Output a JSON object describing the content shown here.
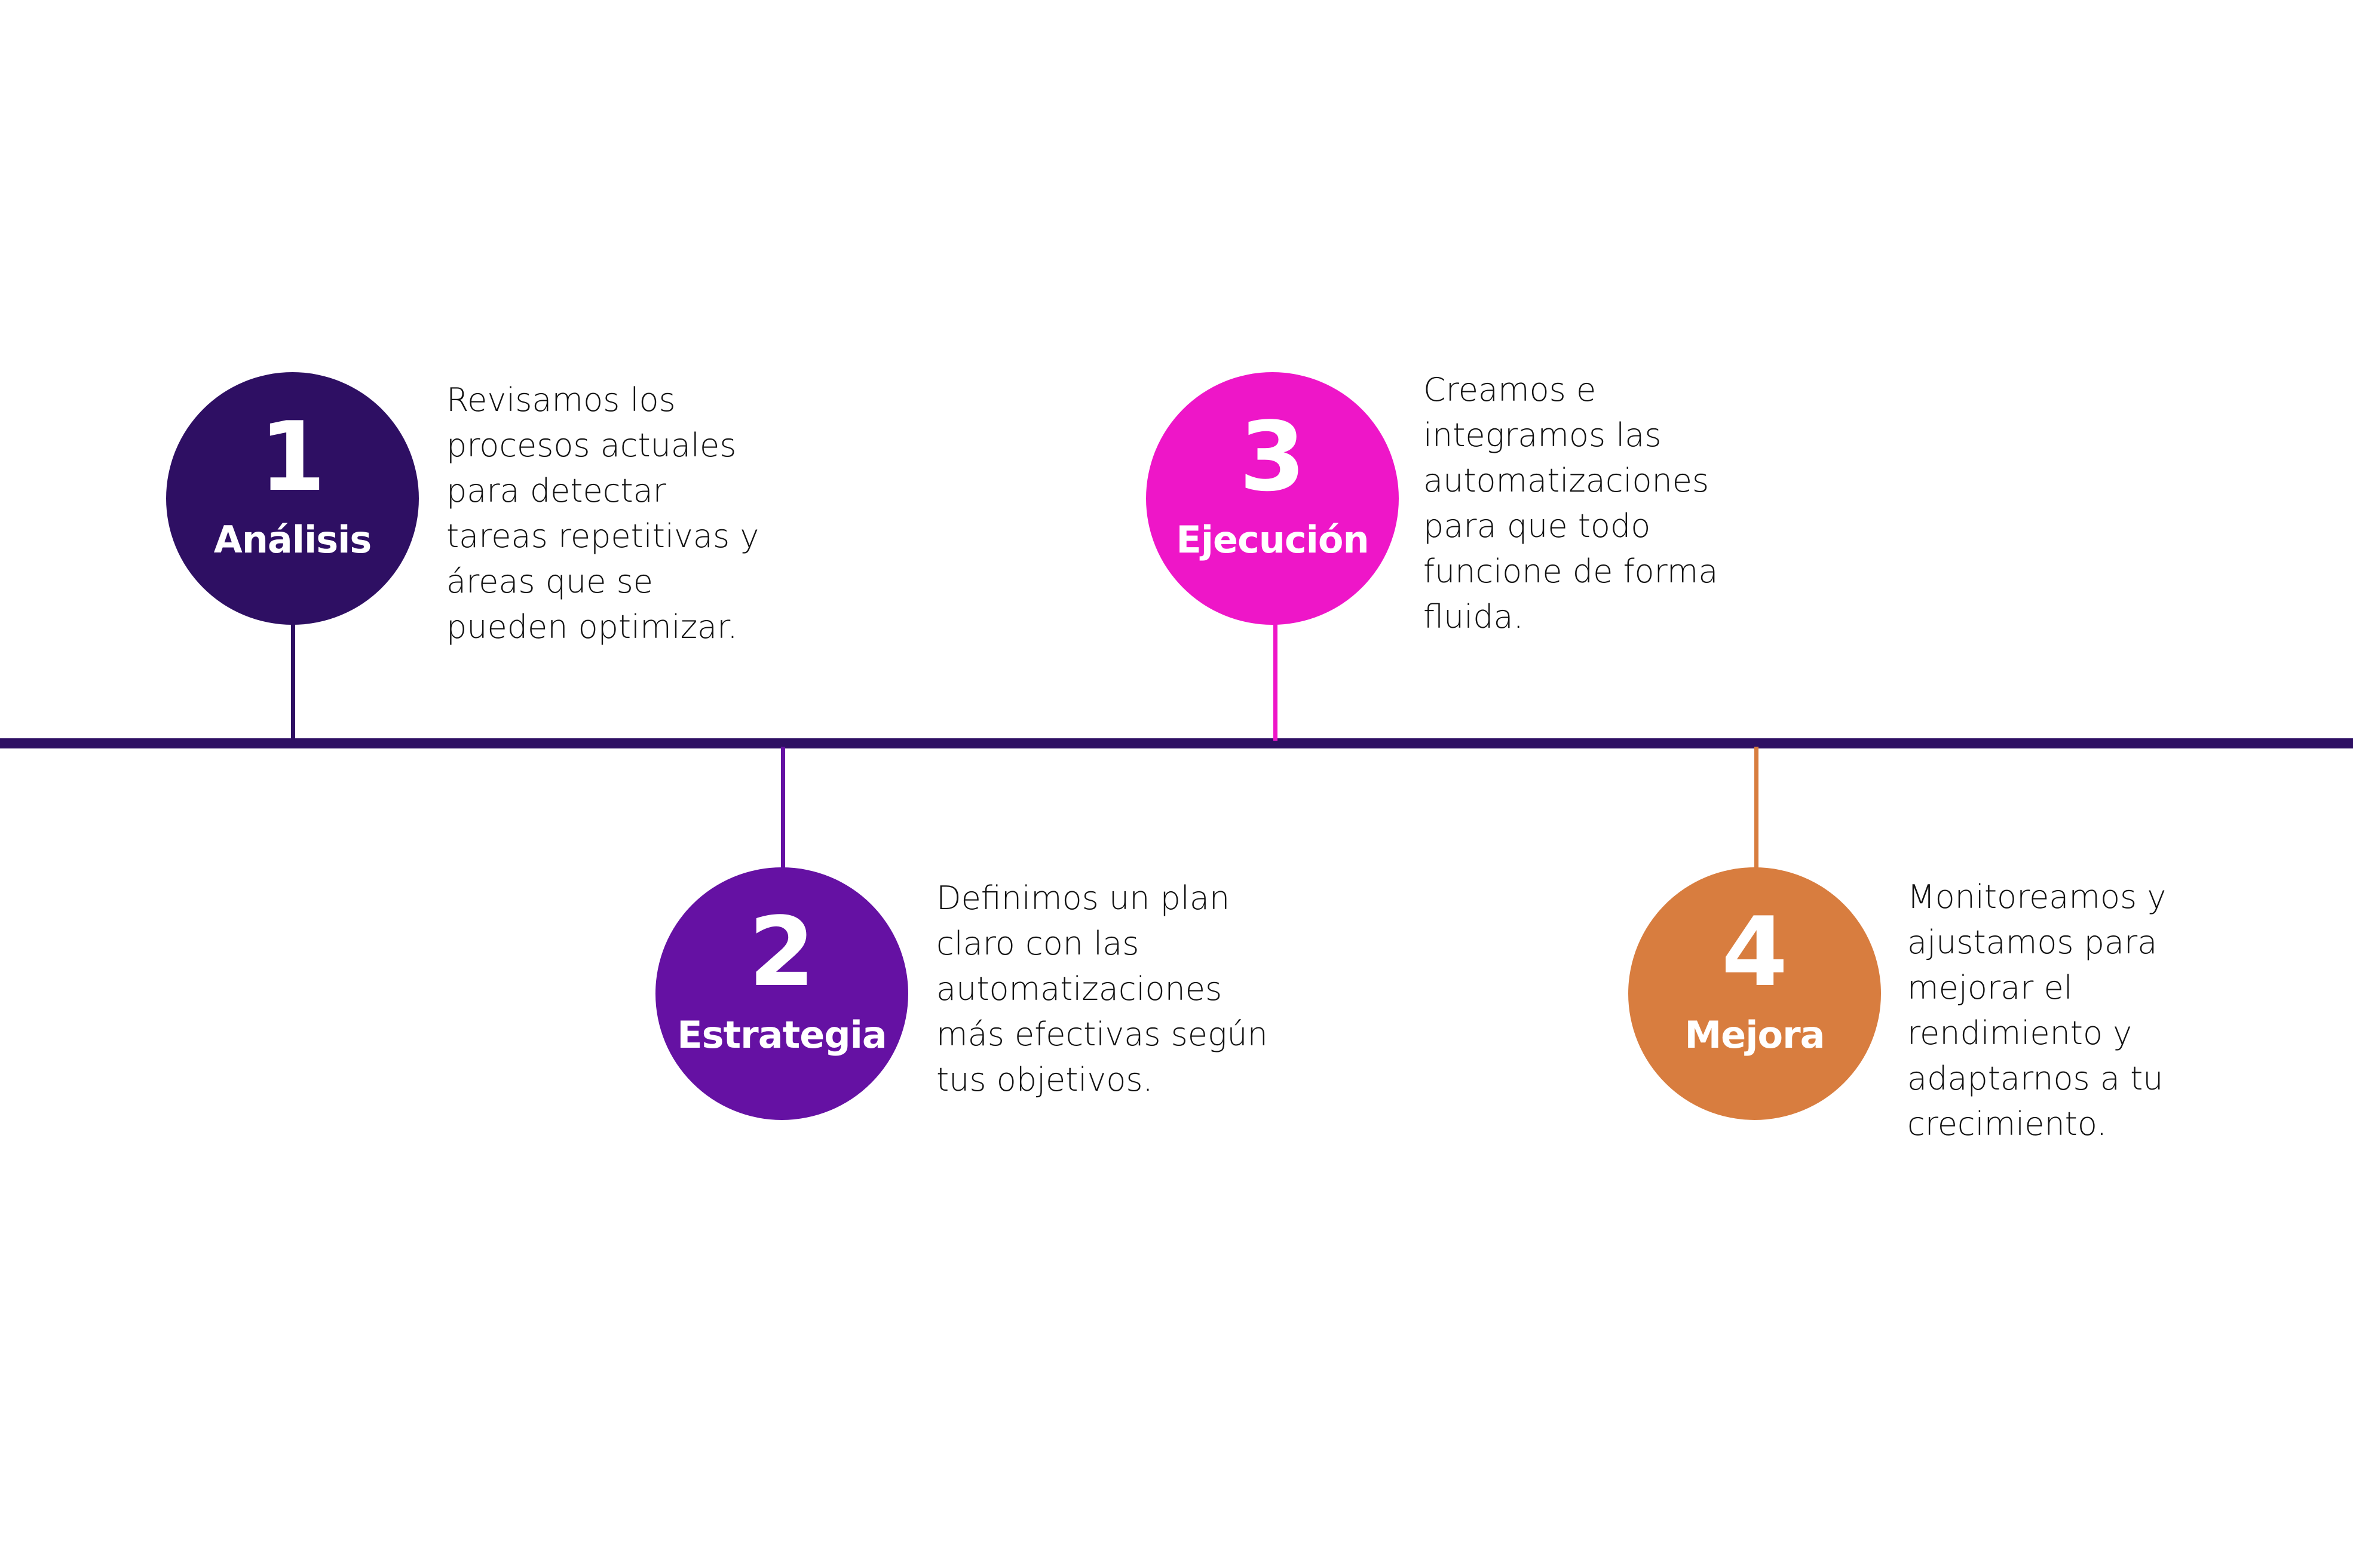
{
  "colors": {
    "timeline": "#2e0f63",
    "step1": "#2e0f63",
    "step2": "#6511a3",
    "step3": "#ee16c8",
    "step4": "#d87d3f",
    "text": "#111111",
    "background": "#ffffff"
  },
  "steps": [
    {
      "number": "1",
      "title": "Análisis",
      "description": "Revisamos los\nprocesos actuales\npara detectar\ntareas repetitivas y\náreas que se\npueden optimizar."
    },
    {
      "number": "2",
      "title": "Estrategia",
      "description": "Definimos un plan\nclaro con las\nautomatizaciones\nmás efectivas según\ntus objetivos."
    },
    {
      "number": "3",
      "title": "Ejecución",
      "description": "Creamos e\nintegramos las\nautomatizaciones\npara que todo\nfuncione de forma\nfluida."
    },
    {
      "number": "4",
      "title": "Mejora",
      "description": "Monitoreamos y\najustamos para\nmejorar el\nrendimiento y\nadaptarnos a tu\ncrecimiento."
    }
  ]
}
